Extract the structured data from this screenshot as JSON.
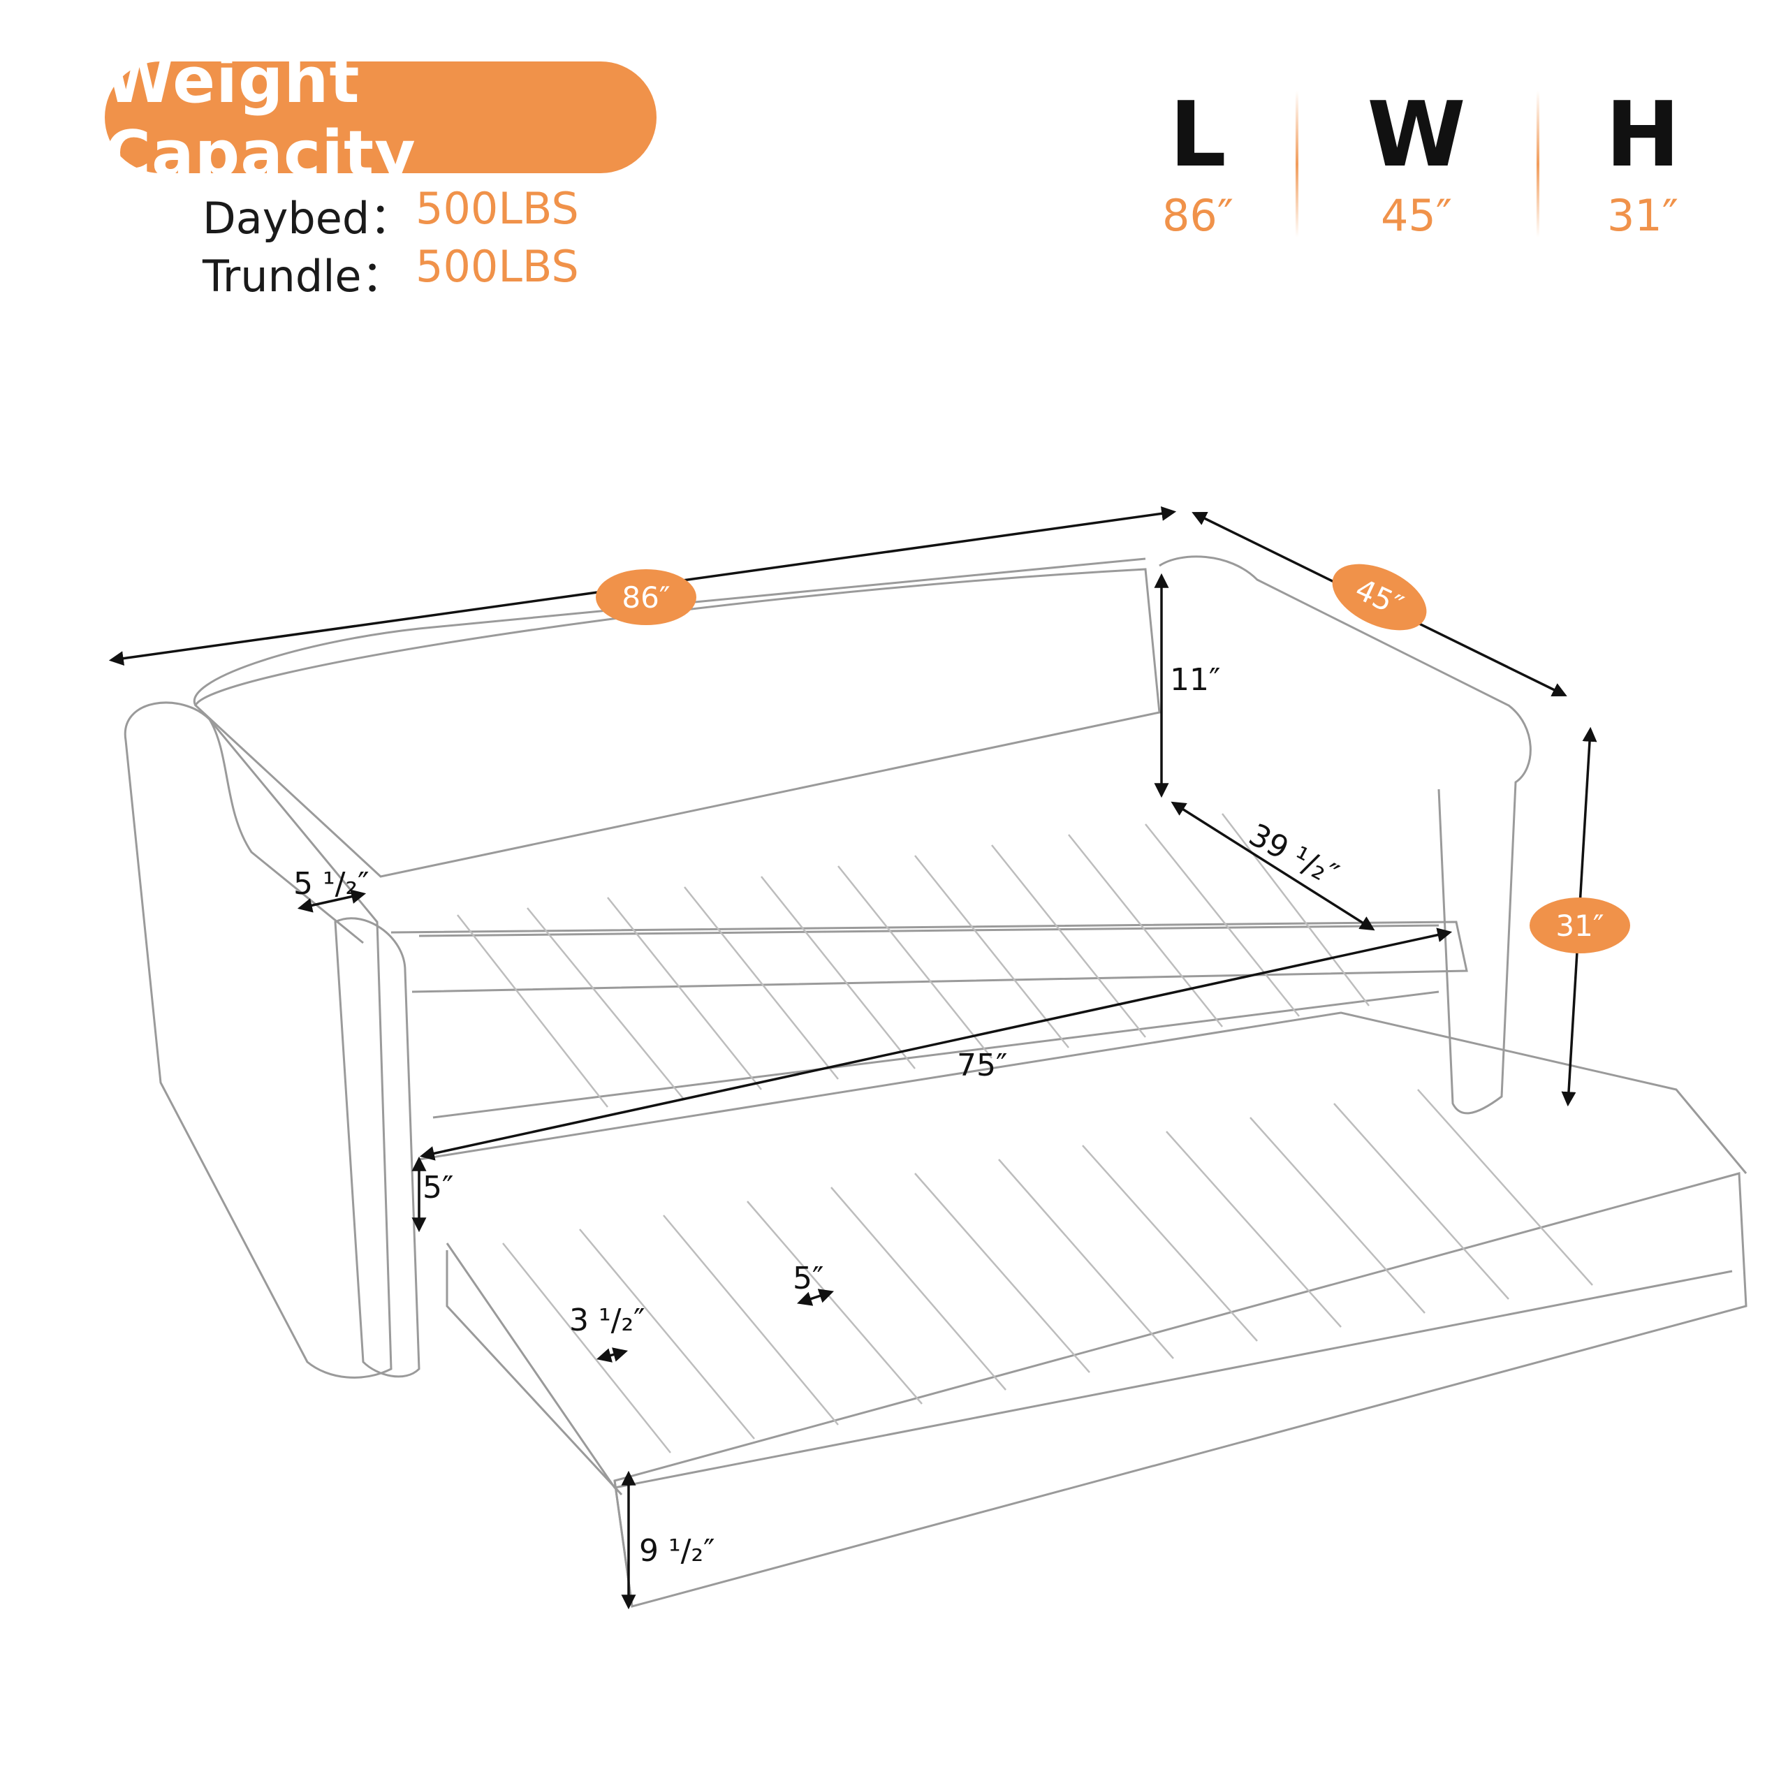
{
  "weight": {
    "badge": "Weight Capacity",
    "rows": [
      {
        "label": "Daybed：",
        "value": "500LBS"
      },
      {
        "label": "Trundle：",
        "value": "500LBS"
      }
    ]
  },
  "overall": [
    {
      "letter": "L",
      "value": "86″"
    },
    {
      "letter": "W",
      "value": "45″"
    },
    {
      "letter": "H",
      "value": "31″"
    }
  ],
  "callouts": {
    "length": "86″",
    "width": "45″",
    "height": "31″",
    "back": "11″",
    "arm": "5 ¹/₂″",
    "inner_width": "39 ¹/₂″",
    "inner_length": "75″",
    "gap": "5″",
    "slat_gap": "5″",
    "slat_width": "3 ¹/₂″",
    "trundle_height": "9 ¹/₂″"
  },
  "colors": {
    "accent": "#f0924a",
    "text": "#111111"
  }
}
